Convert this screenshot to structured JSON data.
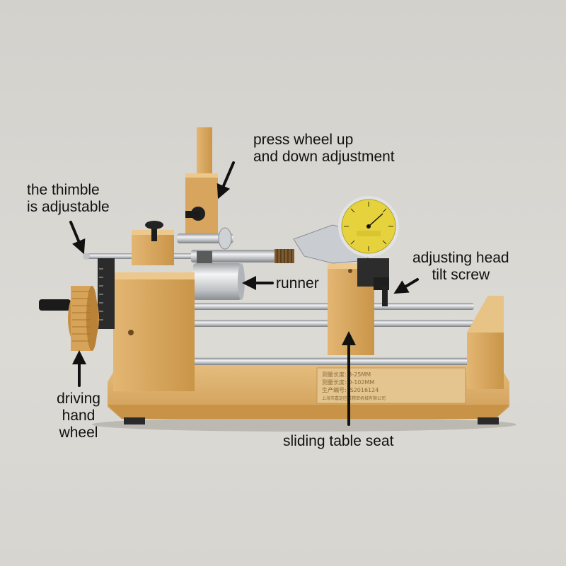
{
  "labels": {
    "press_wheel": [
      "press wheel up",
      "and down adjustment"
    ],
    "thimble": [
      "the thimble",
      "is adjustable"
    ],
    "adjusting_head": [
      "adjusting head",
      "tilt screw"
    ],
    "runner": "runner",
    "driving_wheel": [
      "driving",
      "hand",
      "wheel"
    ],
    "sliding_table": "sliding table seat"
  },
  "plate": {
    "line1": "测量长度: 3-25MM",
    "line2": "测量长度: 0-102MM",
    "line3": "生产编号: JS2016124",
    "line4": "上海市嘉定区某精密机械有限公司"
  },
  "colors": {
    "background": "#d8d6d1",
    "gold": "#d9aa63",
    "gold_dark": "#b98743",
    "steel": "#c8cbcf",
    "dial_face": "#e6d23c"
  }
}
